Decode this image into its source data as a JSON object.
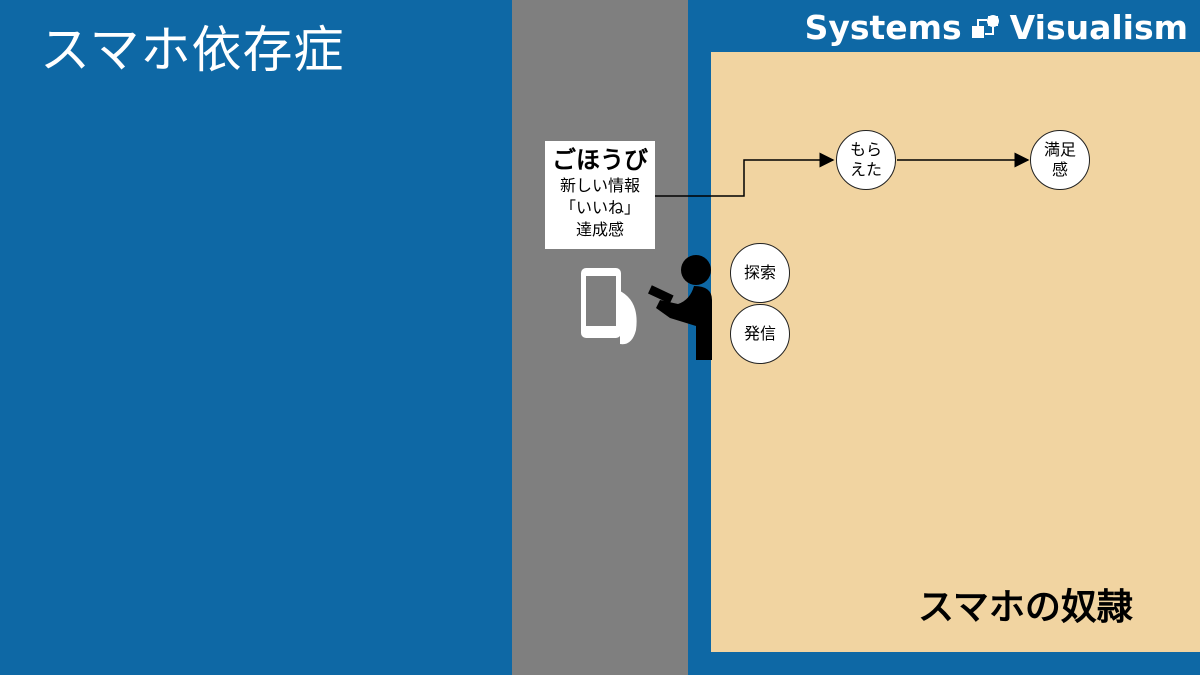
{
  "page": {
    "title": "スマホ依存症",
    "brand": "Systems Visualism",
    "colors": {
      "background": "#0e68a5",
      "band": "#7f7f7f",
      "panel": "#f1d4a1"
    }
  },
  "reward": {
    "title": "ごほうび",
    "items": [
      "新しい情報",
      "「いいね」",
      "達成感"
    ]
  },
  "actions": {
    "explore": "探索",
    "post": "発信"
  },
  "flow": {
    "received": "もらえた",
    "satisfaction": "満足感"
  },
  "panel": {
    "caption": "スマホの奴隷"
  },
  "icons": {
    "phone": "smartphone-icon",
    "person": "person-using-phone-icon",
    "logo": "systems-visualism-logo-icon"
  }
}
